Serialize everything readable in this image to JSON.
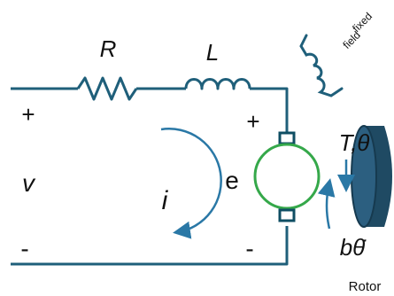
{
  "labels": {
    "resistor": "R",
    "inductor": "L",
    "source_plus": "+",
    "source_voltage": "v",
    "source_minus": "-",
    "current": "i",
    "emf_plus": "+",
    "emf": "e",
    "emf_minus": "-",
    "torque_angle": "T,θ",
    "damping": "bθ̇",
    "field_line1": "fixed",
    "field_line2": "field",
    "rotor": "Rotor"
  },
  "colors": {
    "wire": "#1f5f7a",
    "motor_ring": "#35a84a",
    "brush": "#0f4e63",
    "rotor_face": "#2c5f80",
    "rotor_side": "#1f4a63",
    "arrow": "#2a78a6",
    "text": "#111111"
  },
  "icons": {
    "current_direction": "clockwise-arc-arrow",
    "torque": "downward-arrow",
    "damping": "upward-arrow"
  }
}
